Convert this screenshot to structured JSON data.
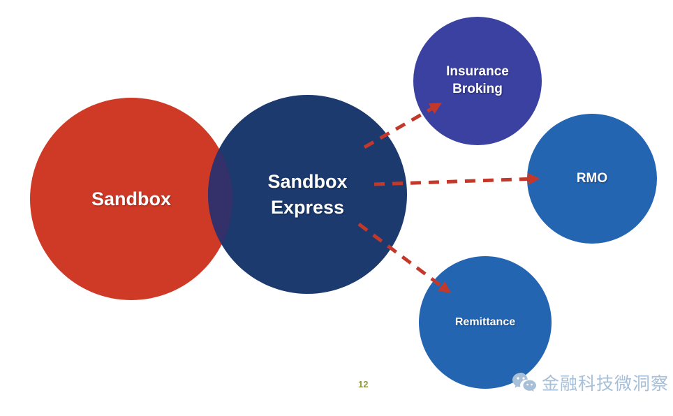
{
  "diagram": {
    "title": "Sandbox / Sandbox Express relationship diagram",
    "nodes": [
      {
        "id": "sandbox",
        "label": "Sandbox",
        "color": "#cf3a27"
      },
      {
        "id": "sandbox-express",
        "label": "Sandbox Express",
        "color": "#1c3a6e"
      },
      {
        "id": "insurance-broking",
        "label": "Insurance Broking",
        "color": "#3a41a0"
      },
      {
        "id": "rmo",
        "label": "RMO",
        "color": "#2465b2"
      },
      {
        "id": "remittance",
        "label": "Remittance",
        "color": "#2465b2"
      }
    ],
    "overlap_color": "#33306a",
    "arrow_color": "#c2392b",
    "label_color": "#ffffff",
    "arrows": [
      {
        "from": "sandbox-express",
        "to": "insurance-broking",
        "style": "dashed"
      },
      {
        "from": "sandbox-express",
        "to": "rmo",
        "style": "dashed"
      },
      {
        "from": "sandbox-express",
        "to": "remittance",
        "style": "dashed"
      }
    ]
  },
  "footer": {
    "page_number": "12",
    "page_number_color": "#8f9a3d",
    "watermark_text": "金融科技微洞察",
    "watermark_color": "#a7c0d8",
    "watermark_icon": "wechat-icon"
  }
}
